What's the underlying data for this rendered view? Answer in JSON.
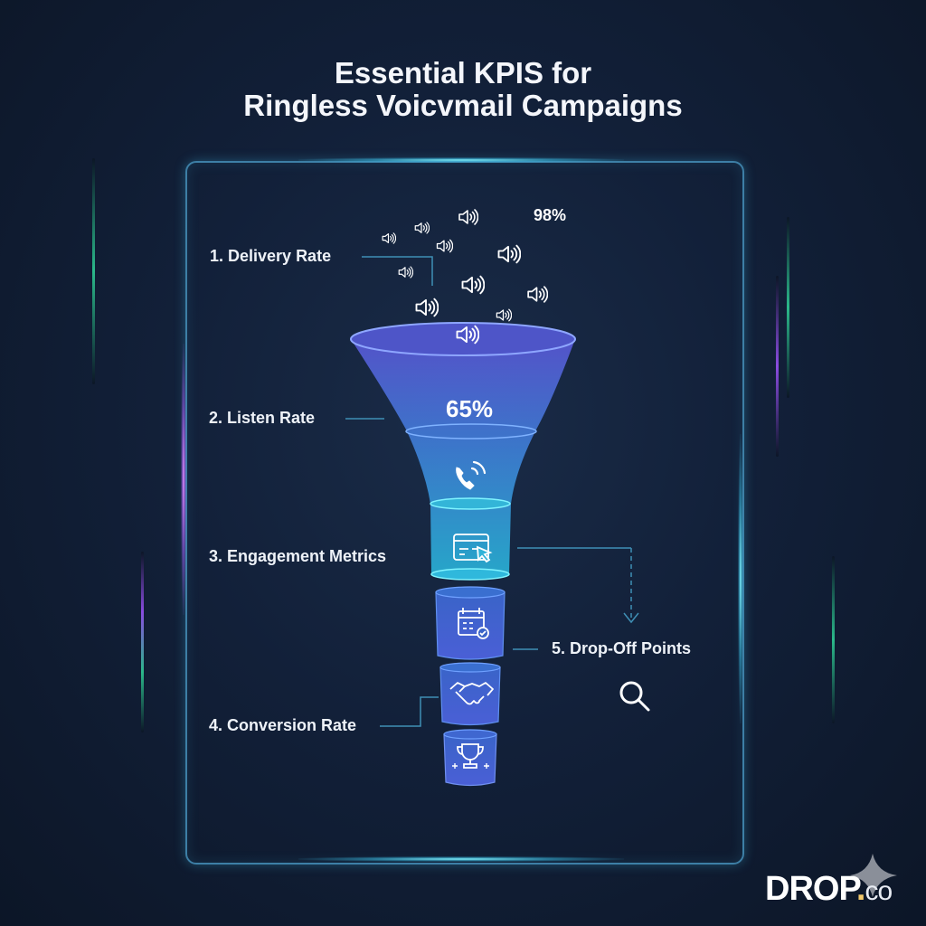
{
  "title": {
    "line1": "Essential KPIS for",
    "line2": "Ringless Voicvmail Campaigns"
  },
  "stages": [
    {
      "label": "1. Delivery Rate",
      "value": "98%",
      "icon": "speaker-icon"
    },
    {
      "label": "2. Listen Rate",
      "value": "65%",
      "icon": "phone-call-icon"
    },
    {
      "label": "3. Engagement Metrics",
      "icon": "browser-click-icon"
    },
    {
      "label": "4. Conversion Rate",
      "icon": "handshake-icon"
    },
    {
      "label": "5. Drop-Off Points",
      "icon": "magnifier-icon"
    }
  ],
  "extra_icons": [
    "calendar-check-icon",
    "trophy-icon"
  ],
  "logo": {
    "name": "DROP",
    "dot": ".",
    "suffix": "co"
  },
  "colors": {
    "background": "#122039",
    "frame": "#3d7fa6",
    "funnel_top": "#5a58d8",
    "funnel_mid": "#28b5d8",
    "accent": "#7ff3ff"
  }
}
